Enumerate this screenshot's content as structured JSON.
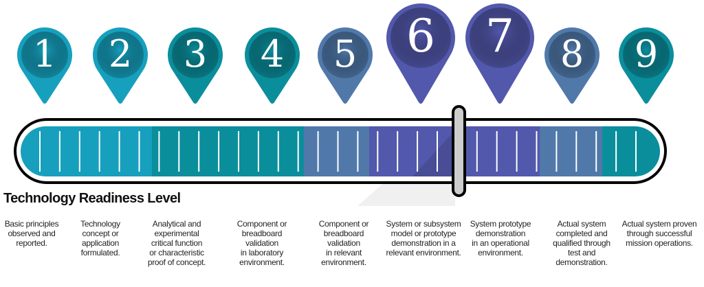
{
  "title": "Technology Readiness Level",
  "colors": {
    "cyan": "#16a0bd",
    "teal": "#0b8e9c",
    "slate_blue": "#5079aa",
    "purple": "#5258ab"
  },
  "current_level": 6.5,
  "max_level": 9,
  "levels": [
    {
      "number": "1",
      "color": "#16a0bd",
      "highlighted": false,
      "description": "Basic principles\nobserved and\nreported."
    },
    {
      "number": "2",
      "color": "#16a0bd",
      "highlighted": false,
      "description": "Technology\nconcept or\napplication\nformulated."
    },
    {
      "number": "3",
      "color": "#0b8e9c",
      "highlighted": false,
      "description": "Analytical and\nexperimental\ncritical function\nor characteristic\nproof of concept."
    },
    {
      "number": "4",
      "color": "#0b8e9c",
      "highlighted": false,
      "description": "Component or\nbreadboard\nvalidation\nin laboratory\nenvironment."
    },
    {
      "number": "5",
      "color": "#5079aa",
      "highlighted": false,
      "description": "Component or\nbreadboard\nvalidation\nin relevant\nenvironment."
    },
    {
      "number": "6",
      "color": "#5258ab",
      "highlighted": true,
      "description": "System or subsystem\nmodel or prototype\ndemonstration in a\nrelevant environment."
    },
    {
      "number": "7",
      "color": "#5258ab",
      "highlighted": true,
      "description": "System prototype\ndemonstration\nin an operational\nenvironment."
    },
    {
      "number": "8",
      "color": "#5079aa",
      "highlighted": false,
      "description": "Actual system\ncompleted and\nqualified through\ntest and\ndemonstration."
    },
    {
      "number": "9",
      "color": "#0b8e9c",
      "highlighted": false,
      "description": "Actual system proven\nthrough successful\nmission operations."
    }
  ]
}
